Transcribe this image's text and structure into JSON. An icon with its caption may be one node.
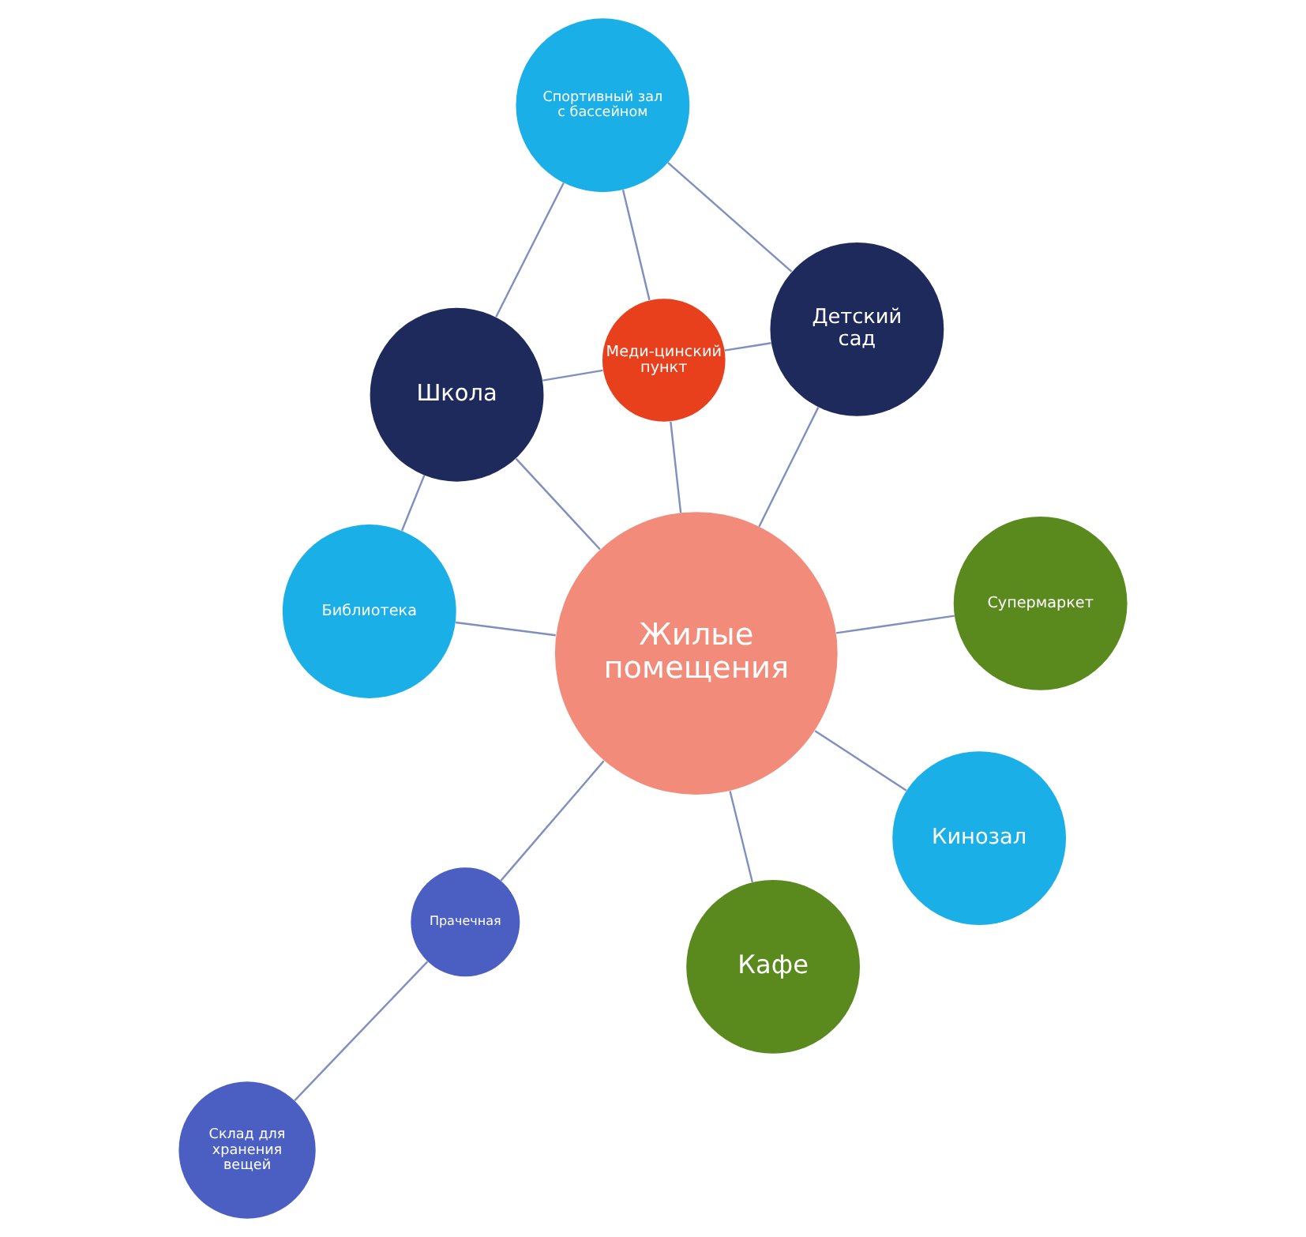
{
  "diagram": {
    "nodes": [
      {
        "text": [
          "Спортивный зал с бассейном"
        ]
      },
      {
        "text": [
          "Детский сад"
        ]
      },
      {
        "text": [
          "Склад для хранения вещей"
        ]
      },
      {
        "text": [
          "Прачечная"
        ]
      },
      {
        "text": [
          "Меди-цинский пункт"
        ]
      },
      {
        "text": [
          "Жилые помещения"
        ]
      },
      {
        "text": [
          "Школа"
        ]
      },
      {
        "text": [
          "Супермаркет"
        ]
      },
      {
        "text": [
          "Библиотека"
        ]
      },
      {
        "text": [
          "Кинозал"
        ]
      },
      {
        "text": [
          "Кафе"
        ]
      }
    ],
    "edges": [
      {
        "from": 0,
        "to": 1,
        "arrow": "none"
      },
      {
        "from": 0,
        "to": 4,
        "arrow": "none"
      },
      {
        "from": 0,
        "to": 6,
        "arrow": "none"
      },
      {
        "from": 1,
        "to": 4,
        "arrow": "none"
      },
      {
        "from": 1,
        "to": 5,
        "arrow": "none"
      },
      {
        "from": 2,
        "to": 3,
        "arrow": "none"
      },
      {
        "from": 3,
        "to": 5,
        "arrow": "none"
      },
      {
        "from": 4,
        "to": 5,
        "arrow": "none"
      },
      {
        "from": 4,
        "to": 6,
        "arrow": "none"
      },
      {
        "from": 6,
        "to": 5,
        "arrow": "none"
      },
      {
        "from": 6,
        "to": 8,
        "arrow": "none"
      },
      {
        "from": 8,
        "to": 5,
        "arrow": "none"
      },
      {
        "from": 9,
        "to": 5,
        "arrow": "none"
      },
      {
        "from": 10,
        "to": 5,
        "arrow": "none"
      },
      {
        "from": 7,
        "to": 5,
        "arrow": "none"
      }
    ]
  }
}
